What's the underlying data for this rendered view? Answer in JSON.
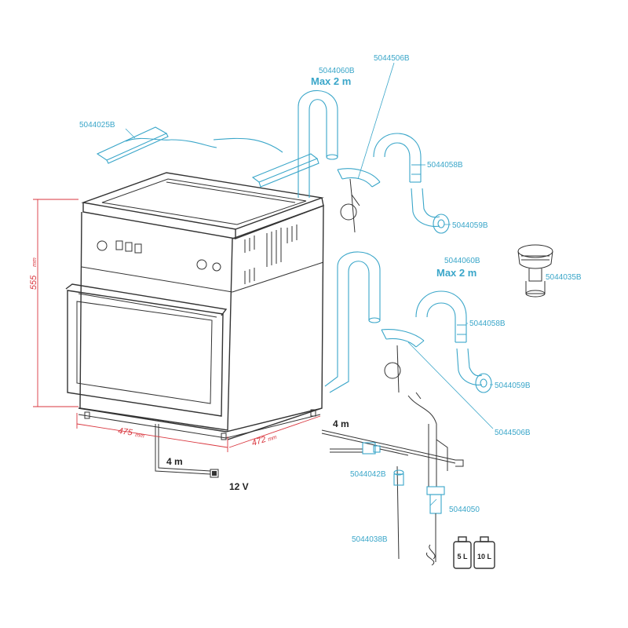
{
  "diagram": {
    "part_labels": {
      "p_5044025B": "5044025B",
      "p_5044060B_top": "5044060B",
      "p_5044506B_top": "5044506B",
      "p_5044058B_top": "5044058B",
      "p_5044059B_top": "5044059B",
      "p_5044035B": "5044035B",
      "p_5044060B_mid": "5044060B",
      "p_5044058B_mid": "5044058B",
      "p_5044059B_mid": "5044059B",
      "p_5044506B_bot": "5044506B",
      "p_5044042B": "5044042B",
      "p_5044050": "5044050",
      "p_5044038B": "5044038B"
    },
    "max_labels": {
      "top": "Max 2 m",
      "mid": "Max 2 m"
    },
    "dimensions": {
      "height_value": "555",
      "height_unit": "mm",
      "width_value": "475",
      "width_unit": "mm",
      "depth_value": "472",
      "depth_unit": "mm"
    },
    "cable_labels": {
      "cable_left": "4 m",
      "cable_right": "4 m",
      "voltage": "12 V"
    },
    "canisters": {
      "small": "5 L",
      "large": "10 L"
    },
    "colors": {
      "accent": "#3aa6c9",
      "dimension": "#d9363e",
      "line": "#333333"
    }
  }
}
